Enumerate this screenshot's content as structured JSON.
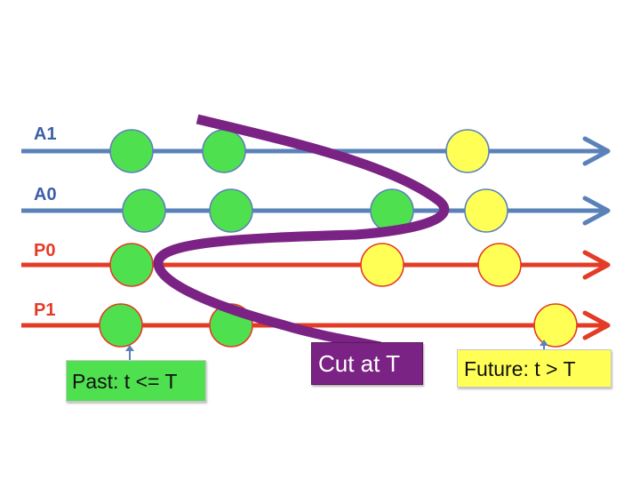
{
  "colors": {
    "agent_lane": "#5b82b8",
    "process_lane": "#e33b25",
    "agent_label": "#3d5fa8",
    "process_label": "#e33b25",
    "past_event": "#4fe04f",
    "future_event": "#ffff55",
    "cut_line": "#7b2384",
    "past_box": "#4fe04f",
    "cut_box": "#7b2384",
    "future_box": "#ffff55",
    "pointer": "#5b82b8"
  },
  "lanes": [
    {
      "id": "A1",
      "label": "A1",
      "kind": "agent",
      "events": [
        {
          "state": "past"
        },
        {
          "state": "past"
        },
        {
          "state": "future"
        }
      ]
    },
    {
      "id": "A0",
      "label": "A0",
      "kind": "agent",
      "events": [
        {
          "state": "past"
        },
        {
          "state": "past"
        },
        {
          "state": "past"
        },
        {
          "state": "future"
        }
      ]
    },
    {
      "id": "P0",
      "label": "P0",
      "kind": "process",
      "events": [
        {
          "state": "past"
        },
        {
          "state": "future"
        },
        {
          "state": "future"
        }
      ]
    },
    {
      "id": "P1",
      "label": "P1",
      "kind": "process",
      "events": [
        {
          "state": "past"
        },
        {
          "state": "past"
        },
        {
          "state": "future"
        }
      ]
    }
  ],
  "callouts": {
    "past": "Past: t <= T",
    "cut": "Cut at T",
    "future": "Future: t > T"
  }
}
